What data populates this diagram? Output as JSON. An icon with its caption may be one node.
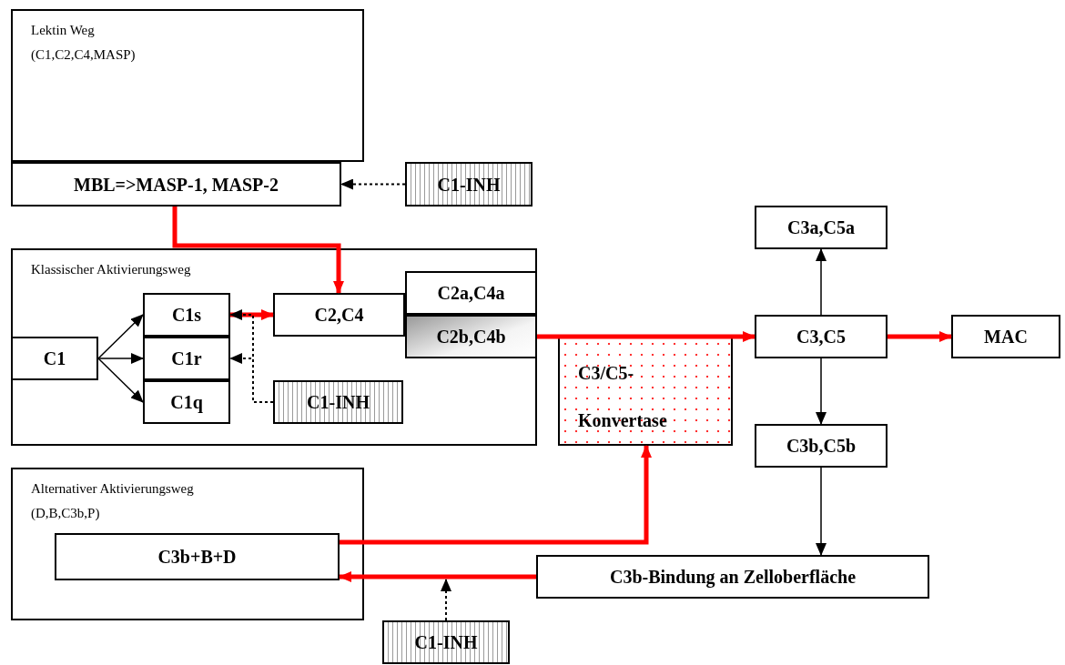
{
  "diagram": {
    "nodes": [
      {
        "text": [
          "Lektin Weg",
          "(C1,C2,C4,MASP)"
        ]
      },
      {
        "text": [
          "MBL=>MASP-1, MASP-2"
        ]
      },
      {
        "text": [
          "C1-INH"
        ]
      },
      {
        "text": [
          "Klassischer Aktivierungsweg"
        ]
      },
      {
        "text": [
          "C1"
        ],
        "in": 3
      },
      {
        "text": [
          "C1s"
        ],
        "in": 3
      },
      {
        "text": [
          "C1r"
        ],
        "in": 3
      },
      {
        "text": [
          "C1q"
        ],
        "in": 3
      },
      {
        "text": [
          "C2,C4"
        ],
        "in": 3
      },
      {
        "text": [
          "C2a,C4a"
        ],
        "in": 3
      },
      {
        "text": [
          "C2b,C4b"
        ],
        "in": 3
      },
      {
        "text": [
          "C1-INH"
        ],
        "in": 3
      },
      {
        "text": [
          "C3/C5-Konvertase"
        ]
      },
      {
        "text": [
          "C3a,C5a"
        ]
      },
      {
        "text": [
          "C3,C5"
        ]
      },
      {
        "text": [
          "MAC"
        ]
      },
      {
        "text": [
          "C3b,C5b"
        ]
      },
      {
        "text": [
          "Alternativer Aktivierungsweg",
          "(D,B,C3b,P)"
        ]
      },
      {
        "text": [
          "C3b+B+D"
        ],
        "in": 17
      },
      {
        "text": [
          "C3b-Bindung an Zelloberfläche"
        ]
      },
      {
        "text": [
          "C1-INH"
        ]
      }
    ],
    "edges": [
      {
        "from": 2,
        "to": 1,
        "arrow": "to",
        "style": "dashed"
      },
      {
        "from": 1,
        "to": 8,
        "arrow": "to",
        "style": "thick",
        "color": "#ff0000"
      },
      {
        "from": 4,
        "to": 5,
        "arrow": "to"
      },
      {
        "from": 4,
        "to": 6,
        "arrow": "to"
      },
      {
        "from": 4,
        "to": 7,
        "arrow": "to"
      },
      {
        "from": 5,
        "to": 8,
        "arrow": "to",
        "style": "thick",
        "color": "#ff0000"
      },
      {
        "from": 11,
        "to": 5,
        "arrow": "to",
        "style": "dashed"
      },
      {
        "from": 11,
        "to": 6,
        "arrow": "to",
        "style": "dashed"
      },
      {
        "from": 10,
        "to": 14,
        "arrow": "to",
        "style": "thick",
        "color": "#ff0000"
      },
      {
        "from": 18,
        "to": 12,
        "arrow": "to",
        "style": "thick",
        "color": "#ff0000"
      },
      {
        "from": 19,
        "to": 18,
        "arrow": "to",
        "style": "thick",
        "color": "#ff0000"
      },
      {
        "from": 20,
        "to": null,
        "arrow": "to",
        "style": "dashed"
      },
      {
        "from": 14,
        "to": 13,
        "arrow": "to"
      },
      {
        "from": 14,
        "to": 15,
        "arrow": "to",
        "style": "thick",
        "color": "#ff0000"
      },
      {
        "from": 14,
        "to": 16,
        "arrow": "to"
      },
      {
        "from": 16,
        "to": 19,
        "arrow": "to"
      }
    ]
  }
}
